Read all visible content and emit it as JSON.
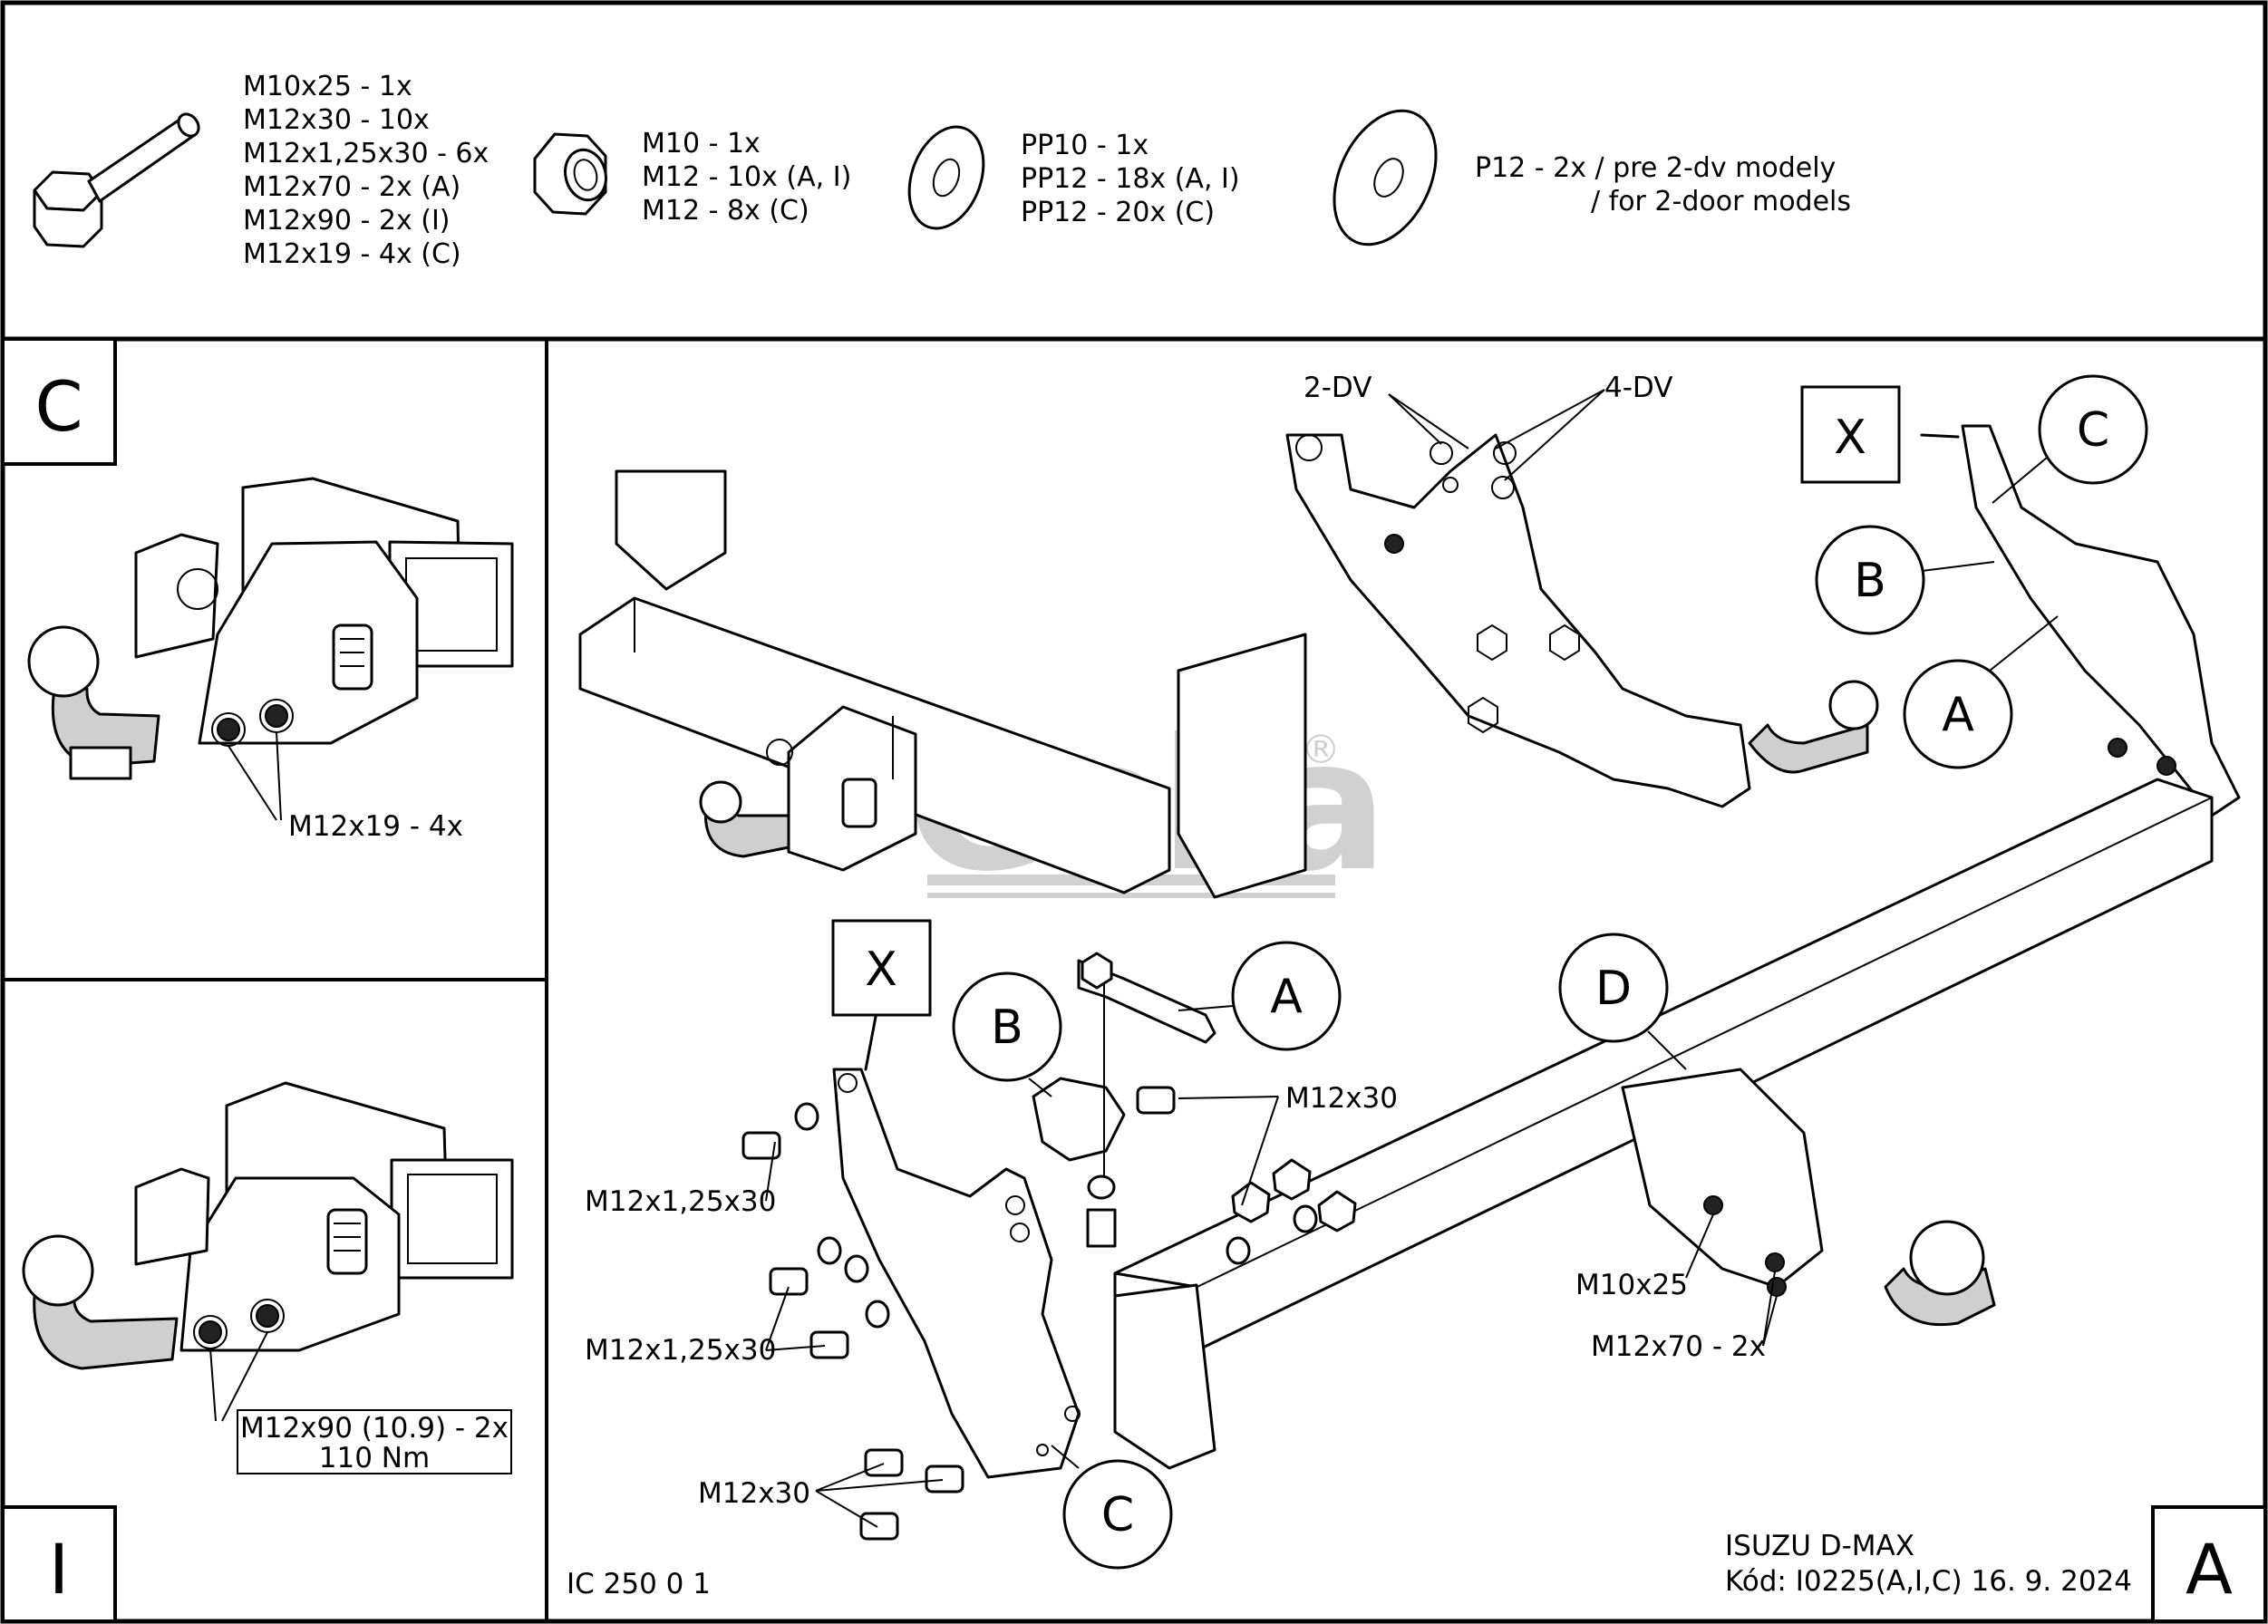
{
  "hardware": {
    "bolts": [
      "M10x25 - 1x",
      "M12x30 - 10x",
      "M12x1,25x30 - 6x",
      "M12x70 - 2x (A)",
      "M12x90 - 2x (I)",
      "M12x19 - 4x (C)"
    ],
    "nuts": [
      "M10 - 1x",
      "M12 - 10x (A, I)",
      "M12 - 8x (C)"
    ],
    "washers": [
      "PP10 - 1x",
      "PP12 - 18x (A, I)",
      "PP12 - 20x (C)"
    ],
    "large_washer": [
      "P12 - 2x / pre 2-dv modely",
      "/ for  2-door models"
    ]
  },
  "panel_c": {
    "badge": "C",
    "callout": "M12x19 - 4x"
  },
  "panel_i": {
    "badge": "I",
    "callout_line1": "M12x90 (10.9) - 2x",
    "callout_line2": "110 Nm"
  },
  "panel_a": {
    "badge": "A"
  },
  "detail": {
    "door_2": "2-DV",
    "door_4": "4-DV"
  },
  "letters": {
    "x": "X",
    "a": "A",
    "b": "B",
    "c": "C",
    "d": "D"
  },
  "callouts": {
    "m12x125x30": "M12x1,25x30",
    "m12x30": "M12x30",
    "m10x25": "M10x25",
    "m12x70": "M12x70 - 2x"
  },
  "watermark": {
    "text": "Galia",
    "mark": "®"
  },
  "footer": {
    "code_left": "IC 250 0 1",
    "vehicle": "ISUZU D-MAX",
    "code_line": "Kód: I0225(A,I,C)  16. 9. 2024"
  }
}
